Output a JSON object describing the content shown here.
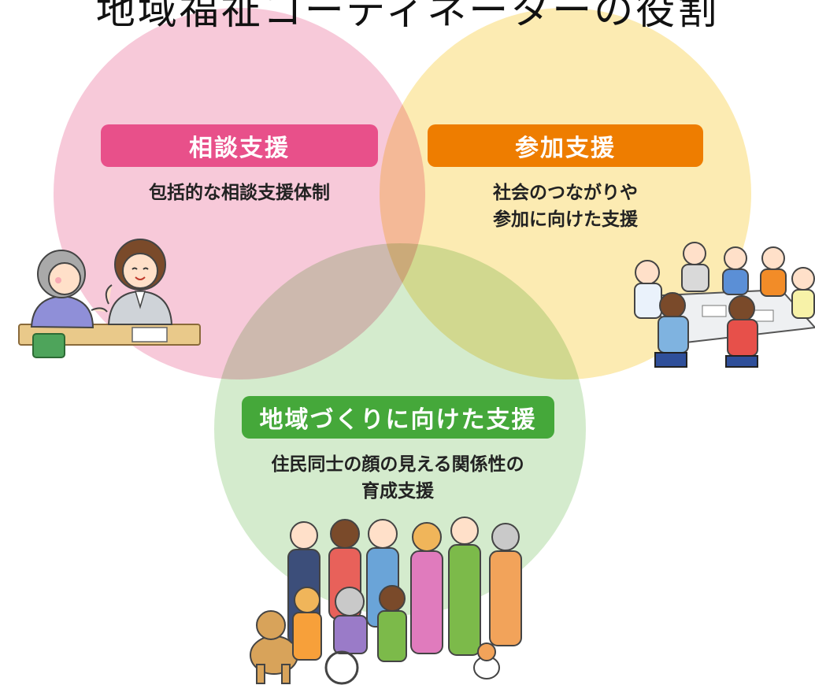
{
  "title": "地域福祉コーディネーターの役割",
  "colors": {
    "consultation": "#e8508a",
    "participation": "#ee7d00",
    "community": "#45a83a",
    "circle_pink": "#f6bfd2",
    "circle_yellow": "#fbe7a4",
    "circle_green": "#cde7c4"
  },
  "circles": {
    "consultation": {
      "label": "相談支援",
      "description_lines": [
        "包括的な相談支援体制"
      ]
    },
    "participation": {
      "label": "参加支援",
      "description_lines": [
        "社会のつながりや",
        "参加に向けた支援"
      ]
    },
    "community": {
      "label": "地域づくりに向けた支援",
      "description_lines": [
        "住民同士の顔の見える関係性の",
        "育成支援"
      ]
    }
  },
  "illustrations": {
    "consultation": "two-people-talking-at-desk-illustration",
    "participation": "group-meeting-around-table-illustration",
    "community": "diverse-residents-group-illustration"
  }
}
